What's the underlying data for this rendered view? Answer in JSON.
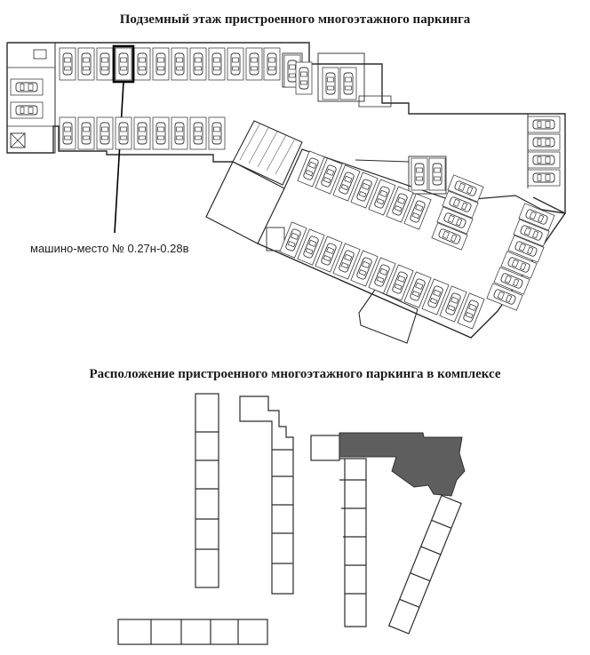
{
  "top_plan": {
    "title": "Подземный этаж пристроенного многоэтажного паркинга",
    "callout_label": "машино-место № 0.27н-0.28в"
  },
  "complex_plan": {
    "title": "Расположение пристроенного многоэтажного паркинга в комплексе"
  },
  "colors": {
    "line": "#2b2b2b",
    "highlight": "#000000",
    "parking_fill": "#5e5e5e"
  }
}
